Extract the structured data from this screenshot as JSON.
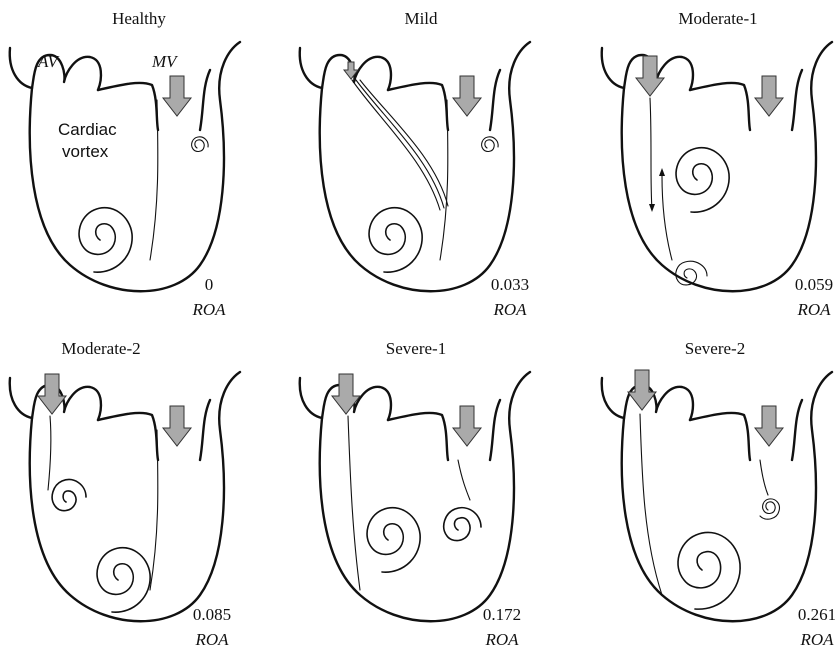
{
  "panels": [
    {
      "title": "Healthy",
      "value": "0",
      "value_label": "ROA"
    },
    {
      "title": "Mild",
      "value": "0.033",
      "value_label": "ROA"
    },
    {
      "title": "Moderate-1",
      "value": "0.059",
      "value_label": "ROA"
    },
    {
      "title": "Moderate-2",
      "value": "0.085",
      "value_label": "ROA"
    },
    {
      "title": "Severe-1",
      "value": "0.172",
      "value_label": "ROA"
    },
    {
      "title": "Severe-2",
      "value": "0.261",
      "value_label": "ROA"
    }
  ],
  "annotations": {
    "av": "AV",
    "mv": "MV",
    "vortex_line1": "Cardiac",
    "vortex_line2": "vortex"
  }
}
